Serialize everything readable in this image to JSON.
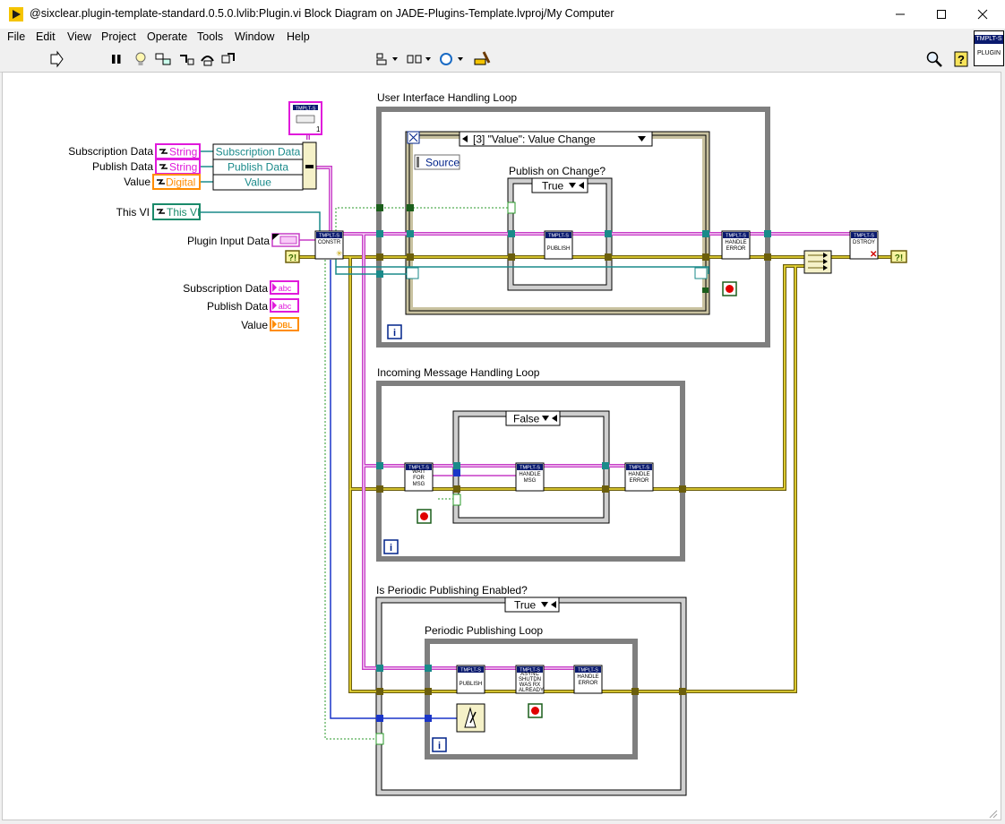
{
  "window": {
    "title": "@sixclear.plugin-template-standard.0.5.0.lvlib:Plugin.vi Block Diagram on JADE-Plugins-Template.lvproj/My Computer"
  },
  "menu": [
    "File",
    "Edit",
    "View",
    "Project",
    "Operate",
    "Tools",
    "Window",
    "Help"
  ],
  "toolbar": {
    "font": "15pt Dialog Font"
  },
  "vi_icon": {
    "top": "TMPLT-S",
    "bottom": "PLUGIN"
  },
  "diagram": {
    "controls": {
      "subscription_data": "Subscription Data",
      "publish_data": "Publish Data",
      "value": "Value",
      "this_vi": "This VI",
      "plugin_input_data": "Plugin Input Data",
      "string_type": "String",
      "digital_type": "Digital",
      "this_vi_ref": "This VI"
    },
    "cluster_items": [
      "Subscription Data",
      "Publish Data",
      "Value"
    ],
    "indicators": {
      "subscription_data": "Subscription Data",
      "publish_data": "Publish Data",
      "value": "Value",
      "abc": "abc",
      "dbl": "DBL"
    },
    "loops": {
      "ui": "User Interface Handling Loop",
      "incoming": "Incoming Message Handling Loop",
      "periodic_case": "Is Periodic Publishing Enabled?",
      "periodic": "Periodic Publishing Loop"
    },
    "event_case": "[3] \"Value\": Value Change",
    "source": "Source",
    "publish_on_change": "Publish on Change?",
    "case_true": "True",
    "case_false": "False",
    "iter": "i",
    "subvis": {
      "header": "TMPLT-S",
      "constr": "CONSTR",
      "publish": "PUBLISH",
      "handle_error": "HANDLE ERROR",
      "dstroy": "DSTROY",
      "wait_for_msg": "WAIT FOR MSG",
      "handle_msg": "HANDLE MSG",
      "async_shutdown": "ASYNC SHUTDN WAS RX ALREADY"
    }
  }
}
